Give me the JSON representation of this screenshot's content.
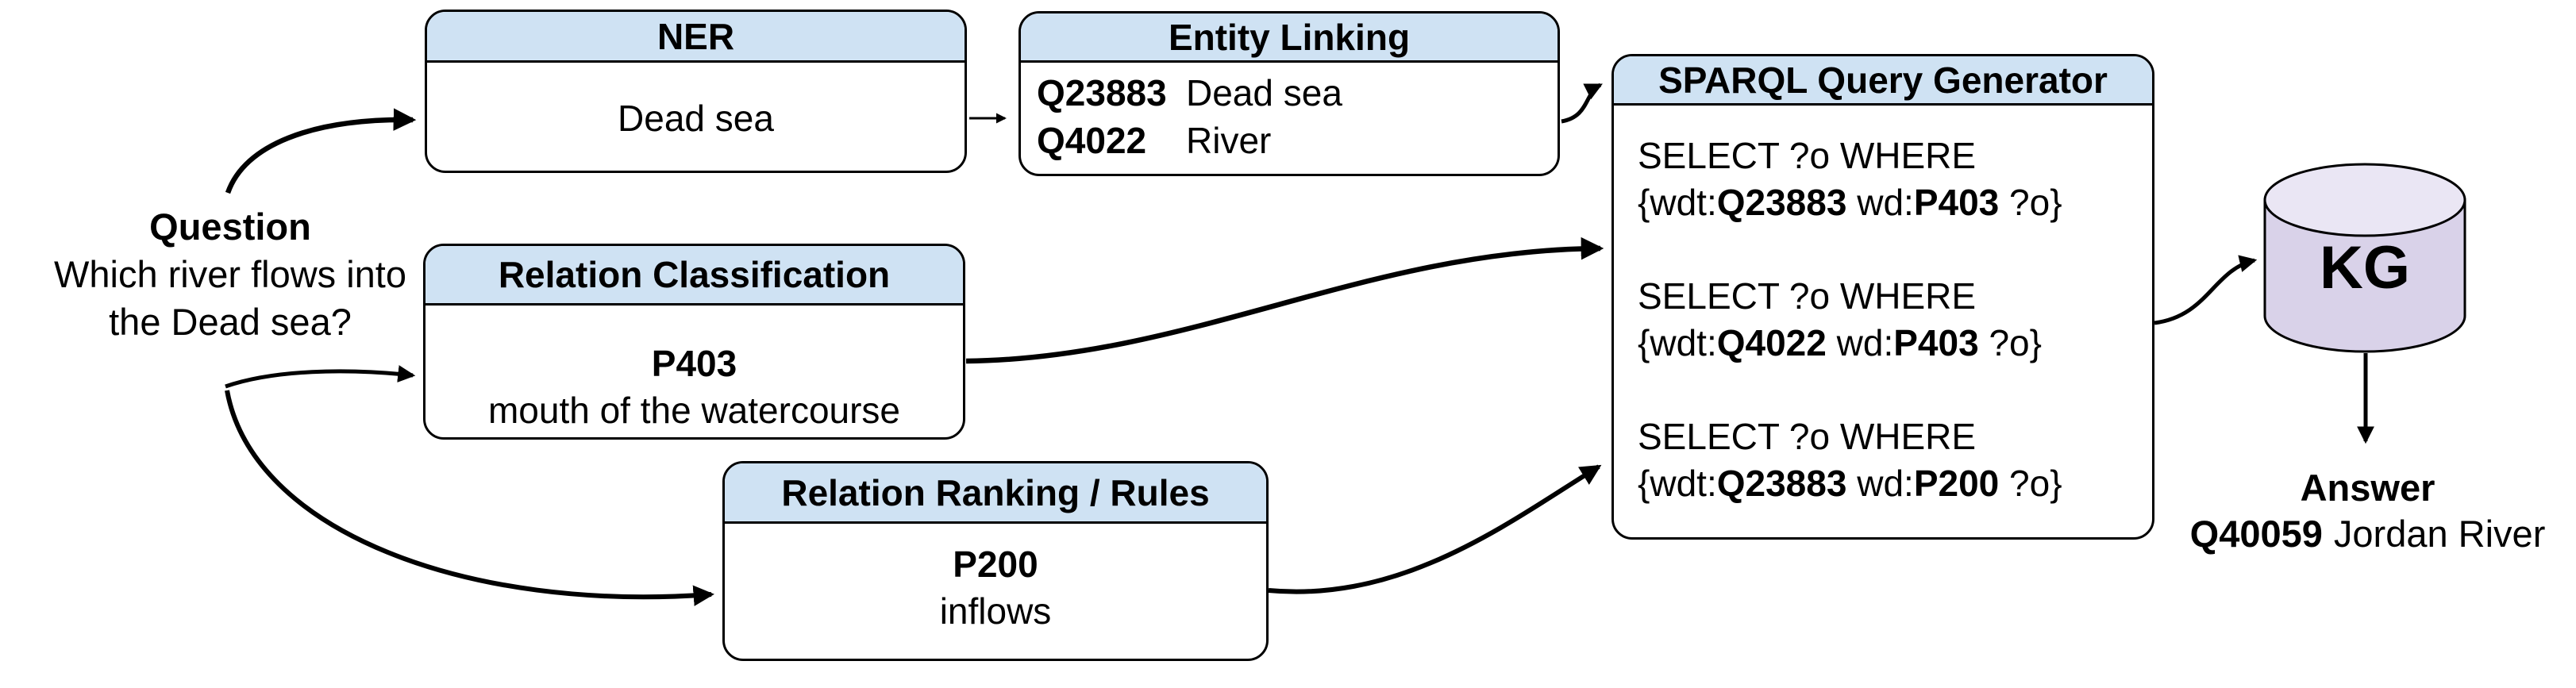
{
  "figure": {
    "question": {
      "title": "Question",
      "line1": "Which river flows into",
      "line2": "the Dead sea?"
    },
    "ner": {
      "title": "NER",
      "value": "Dead sea"
    },
    "entity_linking": {
      "title": "Entity Linking",
      "entities": [
        {
          "id": "Q23883",
          "label": "Dead sea"
        },
        {
          "id": "Q4022",
          "label": "River"
        }
      ]
    },
    "relation_classification": {
      "title": "Relation Classification",
      "id": "P403",
      "label": "mouth of the watercourse"
    },
    "relation_ranking": {
      "title": "Relation Ranking / Rules",
      "id": "P200",
      "label": "inflows"
    },
    "sparql_generator": {
      "title": "SPARQL Query Generator",
      "queries": [
        {
          "line1": "SELECT ?o WHERE",
          "open": "{wdt:",
          "entity": "Q23883",
          "mid": " wd:",
          "relation": "P403",
          "close": " ?o}"
        },
        {
          "line1": "SELECT ?o WHERE",
          "open": "{wdt:",
          "entity": "Q4022",
          "mid": " wd:",
          "relation": "P403",
          "close": " ?o}"
        },
        {
          "line1": "SELECT ?o WHERE",
          "open": "{wdt:",
          "entity": "Q23883",
          "mid": " wd:",
          "relation": "P200",
          "close": " ?o}"
        }
      ]
    },
    "kg": {
      "label": "KG"
    },
    "answer": {
      "title": "Answer",
      "id": "Q40059",
      "label": "Jordan River"
    },
    "colors": {
      "header_fill": "#cfe2f3",
      "kg_body_fill": "#d9d2e9",
      "kg_top_fill": "#eae6f4",
      "stroke": "#000000",
      "background": "#ffffff"
    }
  }
}
